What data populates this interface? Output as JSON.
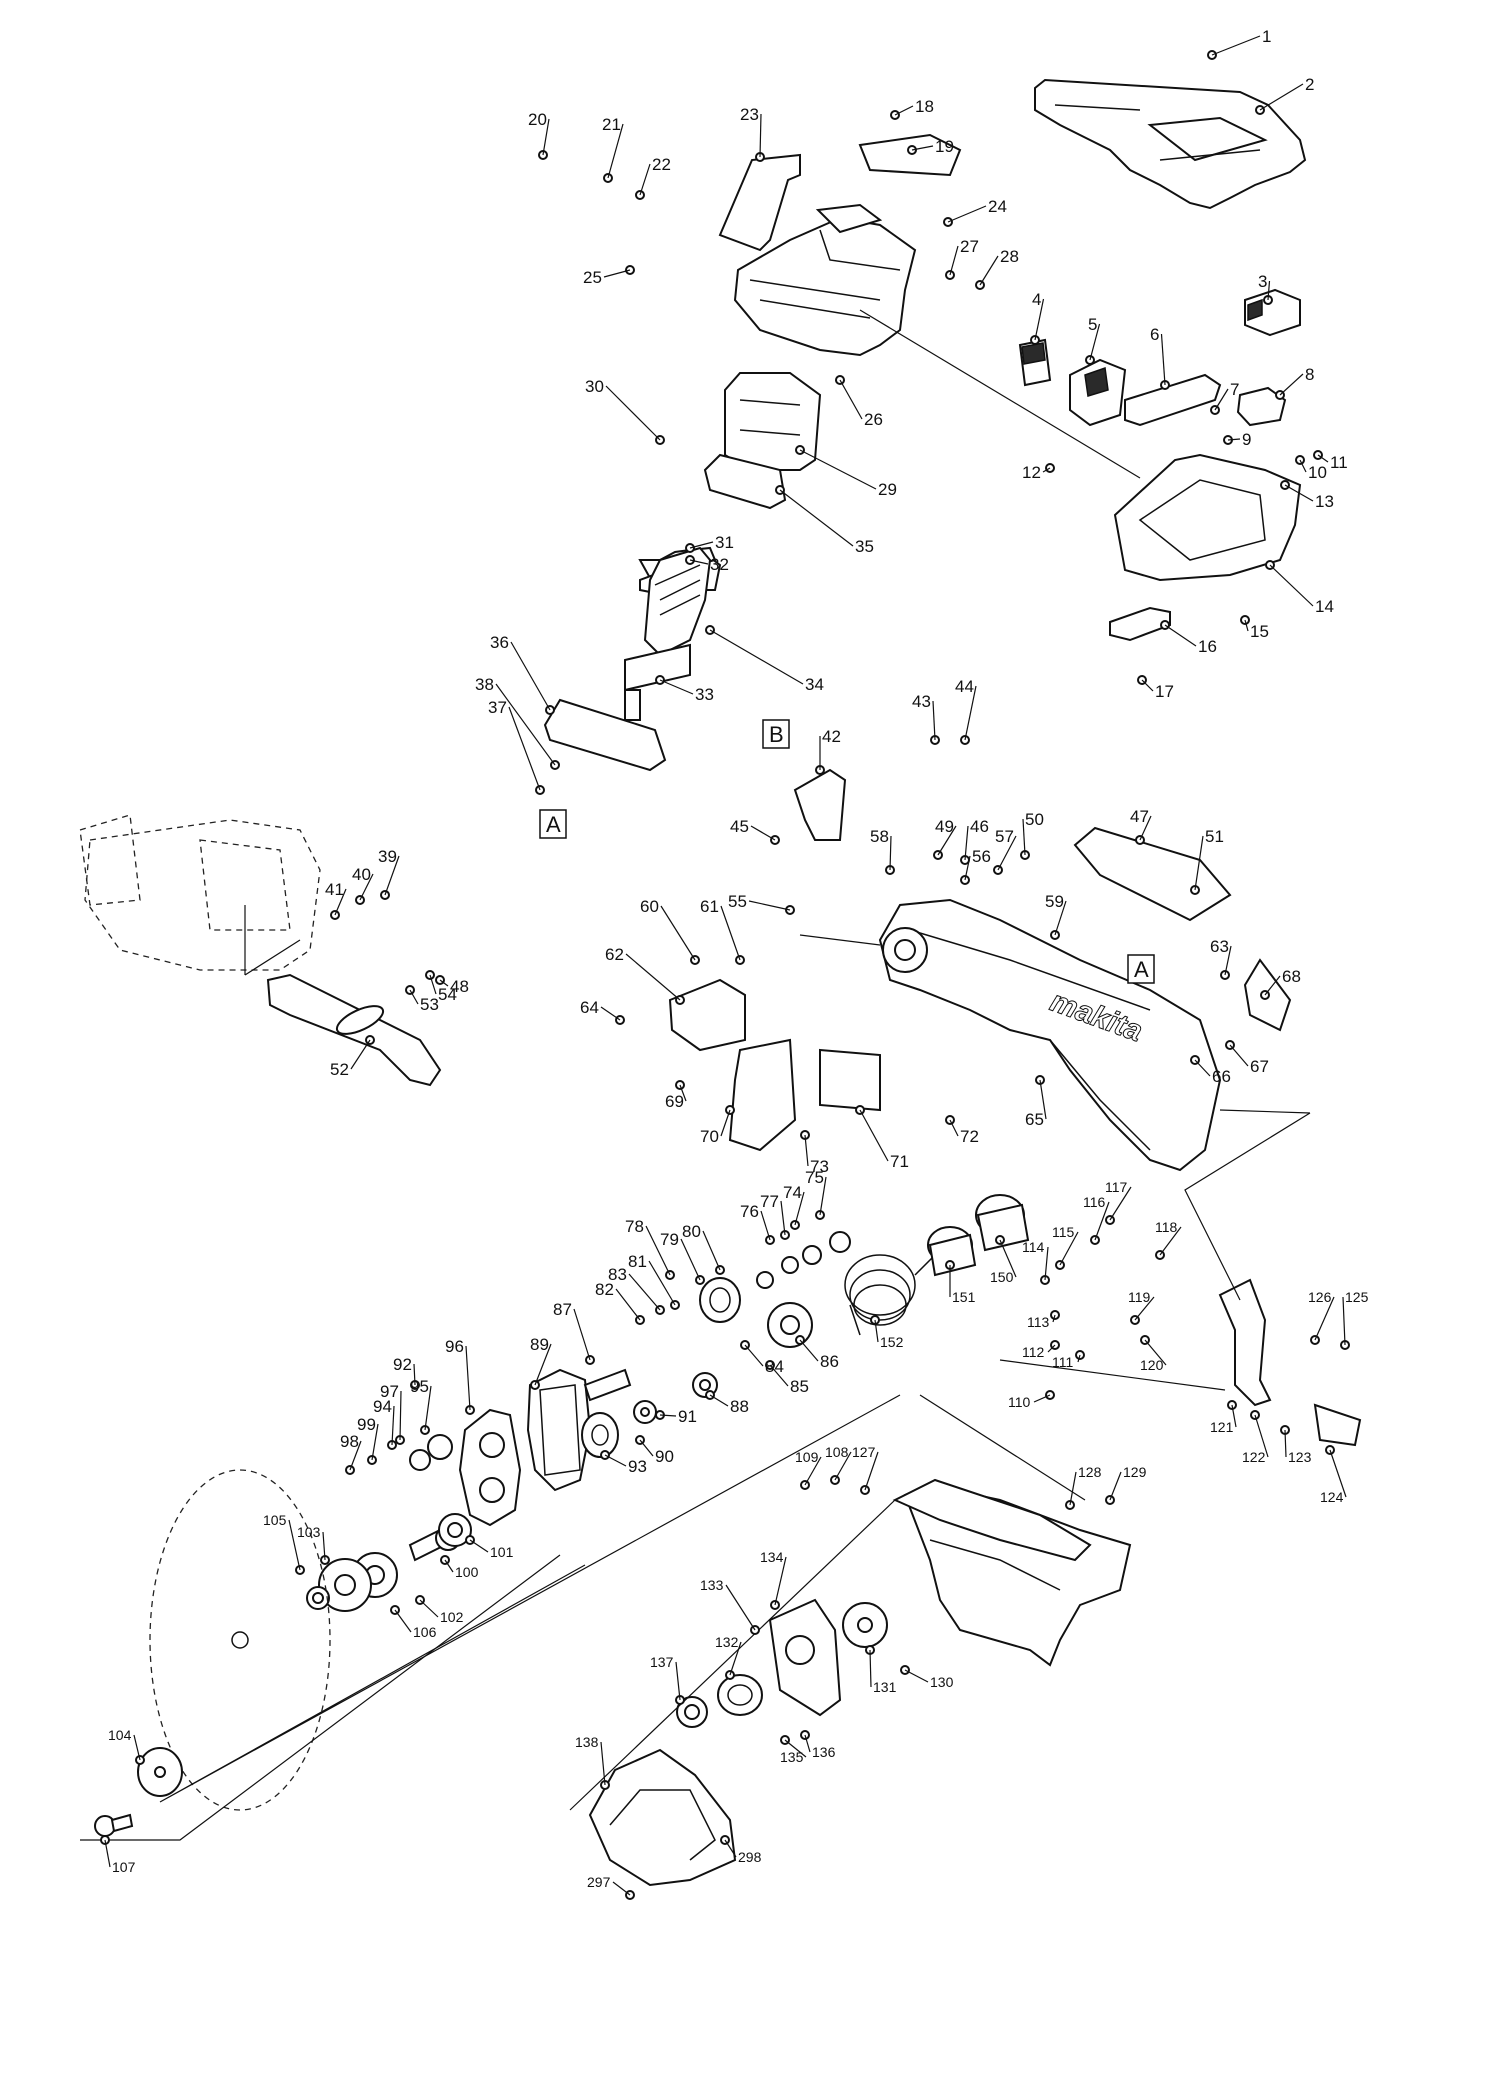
{
  "callouts": [
    {
      "n": "1"
    },
    {
      "n": "2"
    },
    {
      "n": "3"
    },
    {
      "n": "4"
    },
    {
      "n": "5"
    },
    {
      "n": "6"
    },
    {
      "n": "7"
    },
    {
      "n": "8"
    },
    {
      "n": "9"
    },
    {
      "n": "10"
    },
    {
      "n": "11"
    },
    {
      "n": "12"
    },
    {
      "n": "13"
    },
    {
      "n": "14"
    },
    {
      "n": "15"
    },
    {
      "n": "16"
    },
    {
      "n": "17"
    },
    {
      "n": "18"
    },
    {
      "n": "19"
    },
    {
      "n": "20"
    },
    {
      "n": "21"
    },
    {
      "n": "22"
    },
    {
      "n": "23"
    },
    {
      "n": "24"
    },
    {
      "n": "25"
    },
    {
      "n": "26"
    },
    {
      "n": "27"
    },
    {
      "n": "28"
    },
    {
      "n": "29"
    },
    {
      "n": "30"
    },
    {
      "n": "31"
    },
    {
      "n": "32"
    },
    {
      "n": "33"
    },
    {
      "n": "34"
    },
    {
      "n": "35"
    },
    {
      "n": "36"
    },
    {
      "n": "37"
    },
    {
      "n": "38"
    },
    {
      "n": "39"
    },
    {
      "n": "40"
    },
    {
      "n": "41"
    },
    {
      "n": "42"
    },
    {
      "n": "43"
    },
    {
      "n": "44"
    },
    {
      "n": "45"
    },
    {
      "n": "46"
    },
    {
      "n": "47"
    },
    {
      "n": "48"
    },
    {
      "n": "49"
    },
    {
      "n": "50"
    },
    {
      "n": "51"
    },
    {
      "n": "52"
    },
    {
      "n": "53"
    },
    {
      "n": "54"
    },
    {
      "n": "55"
    },
    {
      "n": "56"
    },
    {
      "n": "57"
    },
    {
      "n": "58"
    },
    {
      "n": "59"
    },
    {
      "n": "60"
    },
    {
      "n": "61"
    },
    {
      "n": "62"
    },
    {
      "n": "63"
    },
    {
      "n": "64"
    },
    {
      "n": "65"
    },
    {
      "n": "66"
    },
    {
      "n": "67"
    },
    {
      "n": "68"
    },
    {
      "n": "69"
    },
    {
      "n": "70"
    },
    {
      "n": "71"
    },
    {
      "n": "72"
    },
    {
      "n": "73"
    },
    {
      "n": "74"
    },
    {
      "n": "75"
    },
    {
      "n": "76"
    },
    {
      "n": "77"
    },
    {
      "n": "78"
    },
    {
      "n": "79"
    },
    {
      "n": "80"
    },
    {
      "n": "81"
    },
    {
      "n": "82"
    },
    {
      "n": "83"
    },
    {
      "n": "84"
    },
    {
      "n": "85"
    },
    {
      "n": "86"
    },
    {
      "n": "87"
    },
    {
      "n": "88"
    },
    {
      "n": "89"
    },
    {
      "n": "90"
    },
    {
      "n": "91"
    },
    {
      "n": "92"
    },
    {
      "n": "93"
    },
    {
      "n": "94"
    },
    {
      "n": "95"
    },
    {
      "n": "96"
    },
    {
      "n": "97"
    },
    {
      "n": "98"
    },
    {
      "n": "99"
    },
    {
      "n": "100"
    },
    {
      "n": "101"
    },
    {
      "n": "102"
    },
    {
      "n": "103"
    },
    {
      "n": "104"
    },
    {
      "n": "105"
    },
    {
      "n": "106"
    },
    {
      "n": "107"
    },
    {
      "n": "108"
    },
    {
      "n": "109"
    },
    {
      "n": "110"
    },
    {
      "n": "111"
    },
    {
      "n": "112"
    },
    {
      "n": "113"
    },
    {
      "n": "114"
    },
    {
      "n": "115"
    },
    {
      "n": "116"
    },
    {
      "n": "117"
    },
    {
      "n": "118"
    },
    {
      "n": "119"
    },
    {
      "n": "120"
    },
    {
      "n": "121"
    },
    {
      "n": "122"
    },
    {
      "n": "123"
    },
    {
      "n": "124"
    },
    {
      "n": "125"
    },
    {
      "n": "126"
    },
    {
      "n": "127"
    },
    {
      "n": "128"
    },
    {
      "n": "129"
    },
    {
      "n": "130"
    },
    {
      "n": "131"
    },
    {
      "n": "132"
    },
    {
      "n": "133"
    },
    {
      "n": "134"
    },
    {
      "n": "135"
    },
    {
      "n": "136"
    },
    {
      "n": "137"
    },
    {
      "n": "138"
    },
    {
      "n": "150"
    },
    {
      "n": "151"
    },
    {
      "n": "152"
    },
    {
      "n": "297"
    },
    {
      "n": "298"
    }
  ],
  "reference_marks": [
    "A",
    "A",
    "B"
  ],
  "logo_text": "makita"
}
